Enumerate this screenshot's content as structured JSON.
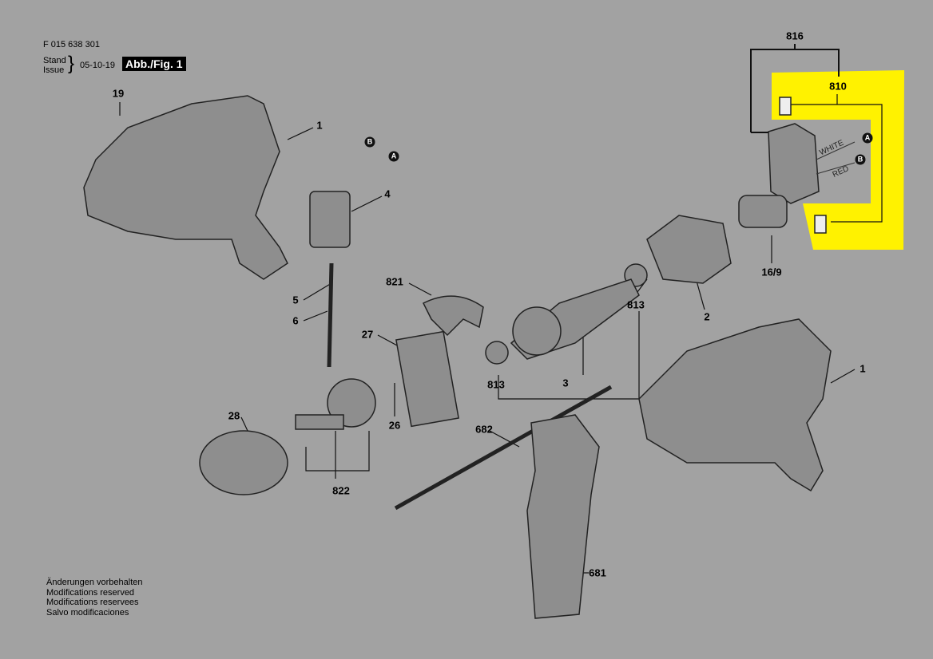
{
  "header": {
    "doc_number": "F 015 638 301",
    "stand_label": "Stand",
    "issue_label": "Issue",
    "date": "05-10-19",
    "figure": "Abb./Fig. 1"
  },
  "parts": {
    "p19": "19",
    "p1a": "1",
    "p4": "4",
    "p5": "5",
    "p6": "6",
    "p821": "821",
    "p27": "27",
    "p26": "26",
    "p28": "28",
    "p822": "822",
    "p813a": "813",
    "p813b": "813",
    "p3": "3",
    "p2": "2",
    "p682": "682",
    "p681": "681",
    "p1b": "1",
    "p816": "816",
    "p810": "810",
    "p16_9": "16/9"
  },
  "connectors": {
    "a": "A",
    "b": "B"
  },
  "wires": {
    "white": "WHITE",
    "red": "RED"
  },
  "footer": {
    "lines": [
      "Änderungen vorbehalten",
      "Modifications reserved",
      "Modifications reservees",
      "Salvo modificaciones"
    ]
  },
  "colors": {
    "background": "#a2a2a2",
    "highlight": "#fff200"
  }
}
